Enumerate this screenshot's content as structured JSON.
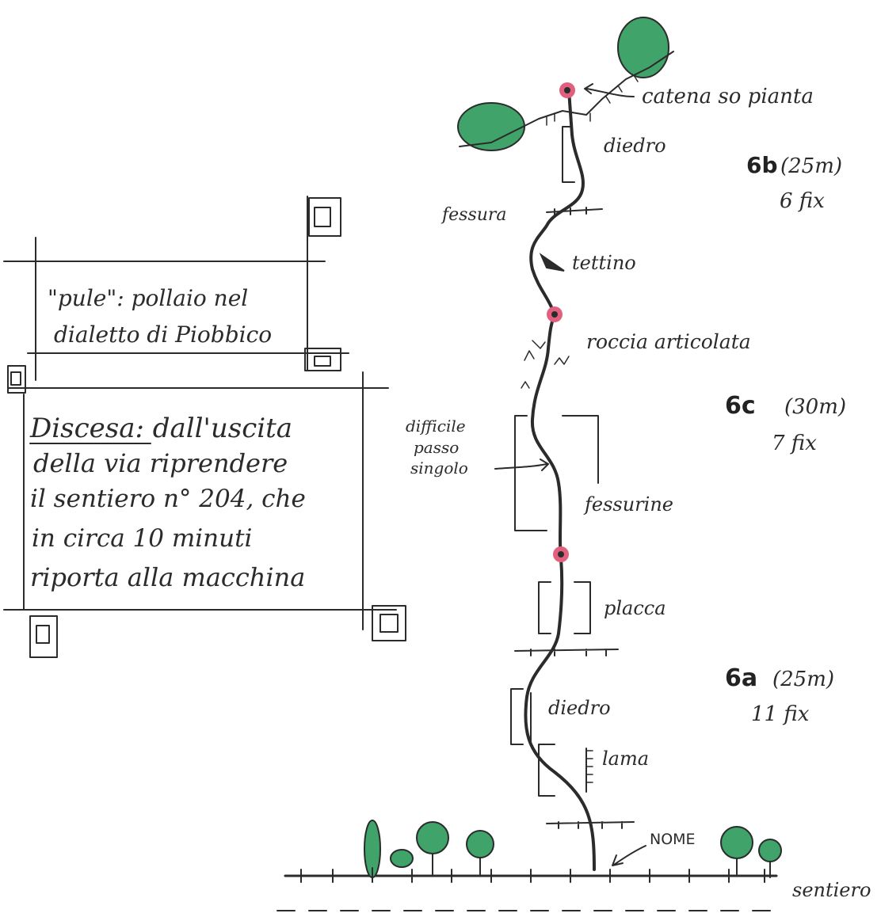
{
  "labels": {
    "anchor": "catena so pianta",
    "diedro_top": "diedro",
    "fessura": "fessura",
    "tettino": "tettino",
    "roccia": "roccia articolata",
    "difficile": [
      "difficile",
      "passo",
      "singolo"
    ],
    "fessurine": "fessurine",
    "placca": "placca",
    "diedro_bottom": "diedro",
    "lama": "lama",
    "nome": "NOME",
    "sentiero": "sentiero"
  },
  "pitches": [
    {
      "grade": "6b",
      "length": "(25m)",
      "bolts": "6 fix"
    },
    {
      "grade": "6c",
      "length": "(30m)",
      "bolts": "7 fix"
    },
    {
      "grade": "6a",
      "length": "(25m)",
      "bolts": "11 fix"
    }
  ],
  "note_pule": [
    "\"pule\": pollaio nel",
    "dialetto di Piobbico"
  ],
  "note_descent": [
    "Discesa: dall'uscita",
    "della via riprendere",
    "il sentiero n° 204, che",
    "in circa 10 minuti",
    "riporta alla macchina"
  ],
  "colors": {
    "ink": "#2b2b2b",
    "belay": "#e0607e",
    "tree": "#3fa36a"
  }
}
